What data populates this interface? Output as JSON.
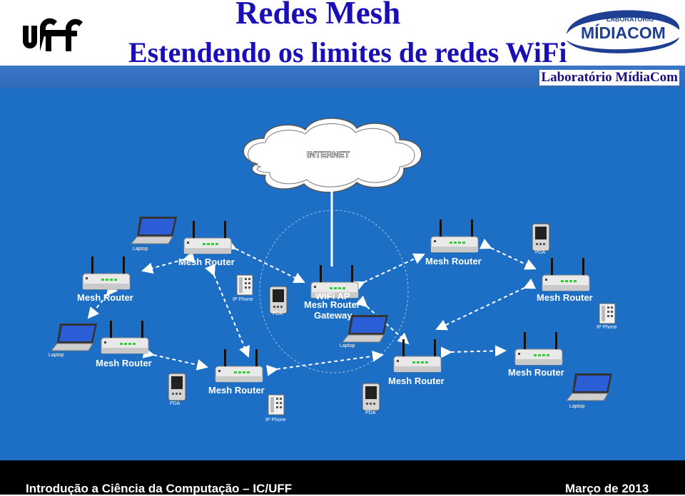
{
  "header": {
    "title": "Redes Mesh",
    "subtitle": "Estendendo os limites de redes WiFi",
    "lab_name": "Laboratório MídiaCom",
    "logo_left": "uff",
    "logo_right": {
      "top": "LABORATÓRIO",
      "main": "MÍDIACOM"
    }
  },
  "diagram": {
    "cloud": "INTERNET",
    "gateway": {
      "line1": "WiFi AP",
      "line2": "Mesh Router",
      "line3": "Gateway"
    },
    "router_label": "Mesh Router",
    "device_labels": {
      "laptop": "Laptop",
      "pda": "PDA",
      "phone": "IP Phone"
    }
  },
  "footer": {
    "left": "Introdução a Ciência da Computação – IC/UFF",
    "right": "Março de 2013"
  },
  "colors": {
    "title": "#1a0fb5",
    "panel": "#1c6fc4",
    "band": "#3a77c6",
    "footer": "#000000"
  }
}
